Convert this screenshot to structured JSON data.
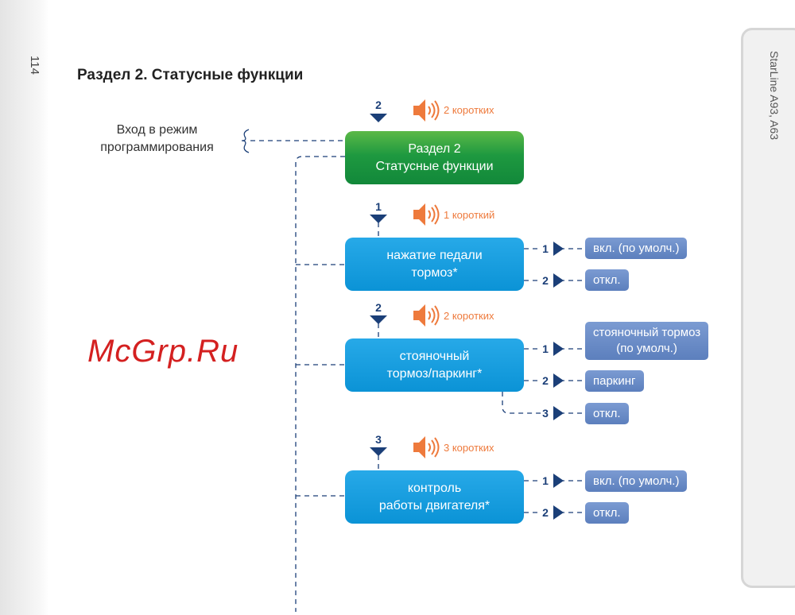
{
  "page_number": "114",
  "title": "Раздел 2. Статусные функции",
  "side_tab": "StarLine A93, A63",
  "entry_label": [
    "Вход в режим",
    "программирования"
  ],
  "section_box": {
    "line1": "Раздел 2",
    "line2": "Статусные функции",
    "press": "2",
    "signal": "2 коротких"
  },
  "functions": [
    {
      "line1": "нажатие педали",
      "line2": "тормоз*",
      "press": "1",
      "signal": "1 короткий",
      "options": [
        {
          "n": "1",
          "label": "вкл. (по умолч.)"
        },
        {
          "n": "2",
          "label": "откл."
        }
      ]
    },
    {
      "line1": "стояночный",
      "line2": "тормоз/паркинг*",
      "press": "2",
      "signal": "2 коротких",
      "options": [
        {
          "n": "1",
          "label": "стояночный тормоз",
          "label2": "(по умолч.)"
        },
        {
          "n": "2",
          "label": "паркинг"
        },
        {
          "n": "3",
          "label": "откл."
        }
      ]
    },
    {
      "line1": "контроль",
      "line2": "работы двигателя*",
      "press": "3",
      "signal": "3 коротких",
      "options": [
        {
          "n": "1",
          "label": "вкл. (по умолч.)"
        },
        {
          "n": "2",
          "label": "откл."
        }
      ]
    }
  ],
  "watermark": "McGrp.Ru",
  "colors": {
    "green": "#1e9940",
    "blue": "#0b93d6",
    "option": "#6a8cc7",
    "signal": "#ee7a3c",
    "marker": "#1b3f78"
  }
}
